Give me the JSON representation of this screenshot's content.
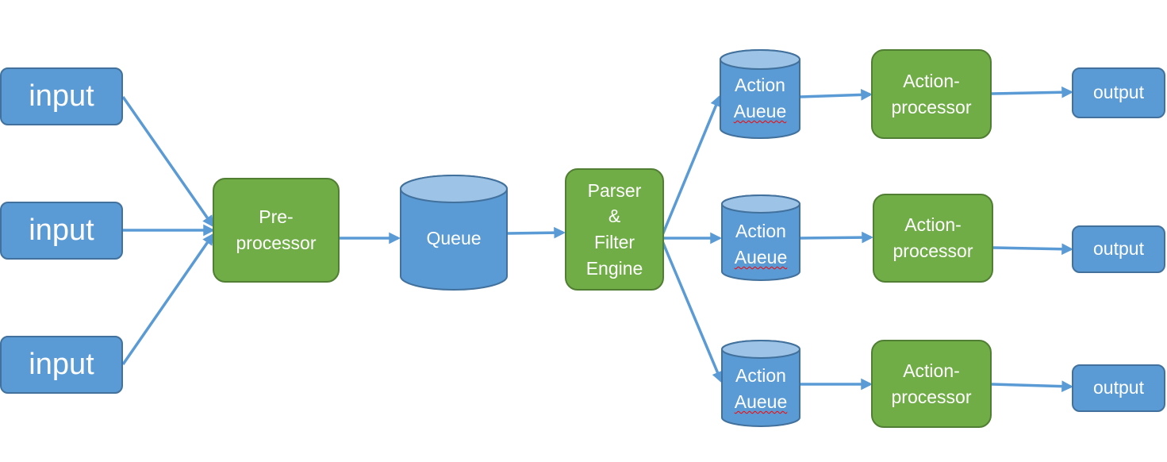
{
  "colors": {
    "blue_fill": "#5b9bd5",
    "blue_border": "#41719c",
    "cylinder_top": "#9dc3e6",
    "green_fill": "#70ad47",
    "green_border": "#507e32",
    "arrow": "#5b9bd5",
    "text": "#ffffff"
  },
  "inputs": [
    "input",
    "input",
    "input"
  ],
  "preprocessor": {
    "line1": "Pre-",
    "line2": "processor"
  },
  "queue": {
    "label": "Queue"
  },
  "parser": {
    "line1": "Parser",
    "line2": "&",
    "line3": "Filter",
    "line4": "Engine"
  },
  "action_queues": [
    {
      "line1": "Action",
      "line2": "Aueue"
    },
    {
      "line1": "Action",
      "line2": "Aueue"
    },
    {
      "line1": "Action",
      "line2": "Aueue"
    }
  ],
  "action_processors": [
    {
      "line1": "Action-",
      "line2": "processor"
    },
    {
      "line1": "Action-",
      "line2": "processor"
    },
    {
      "line1": "Action-",
      "line2": "processor"
    }
  ],
  "outputs": [
    "output",
    "output",
    "output"
  ]
}
